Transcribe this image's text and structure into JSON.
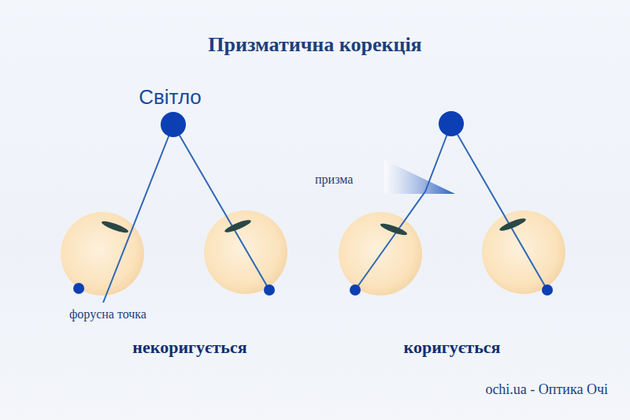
{
  "diagram": {
    "title": "Призматична корекція",
    "labels": [
      "Світло",
      "призма",
      "форусна точка",
      "некоригується",
      "коригується",
      "ochi.ua - Оптика Очі"
    ]
  }
}
